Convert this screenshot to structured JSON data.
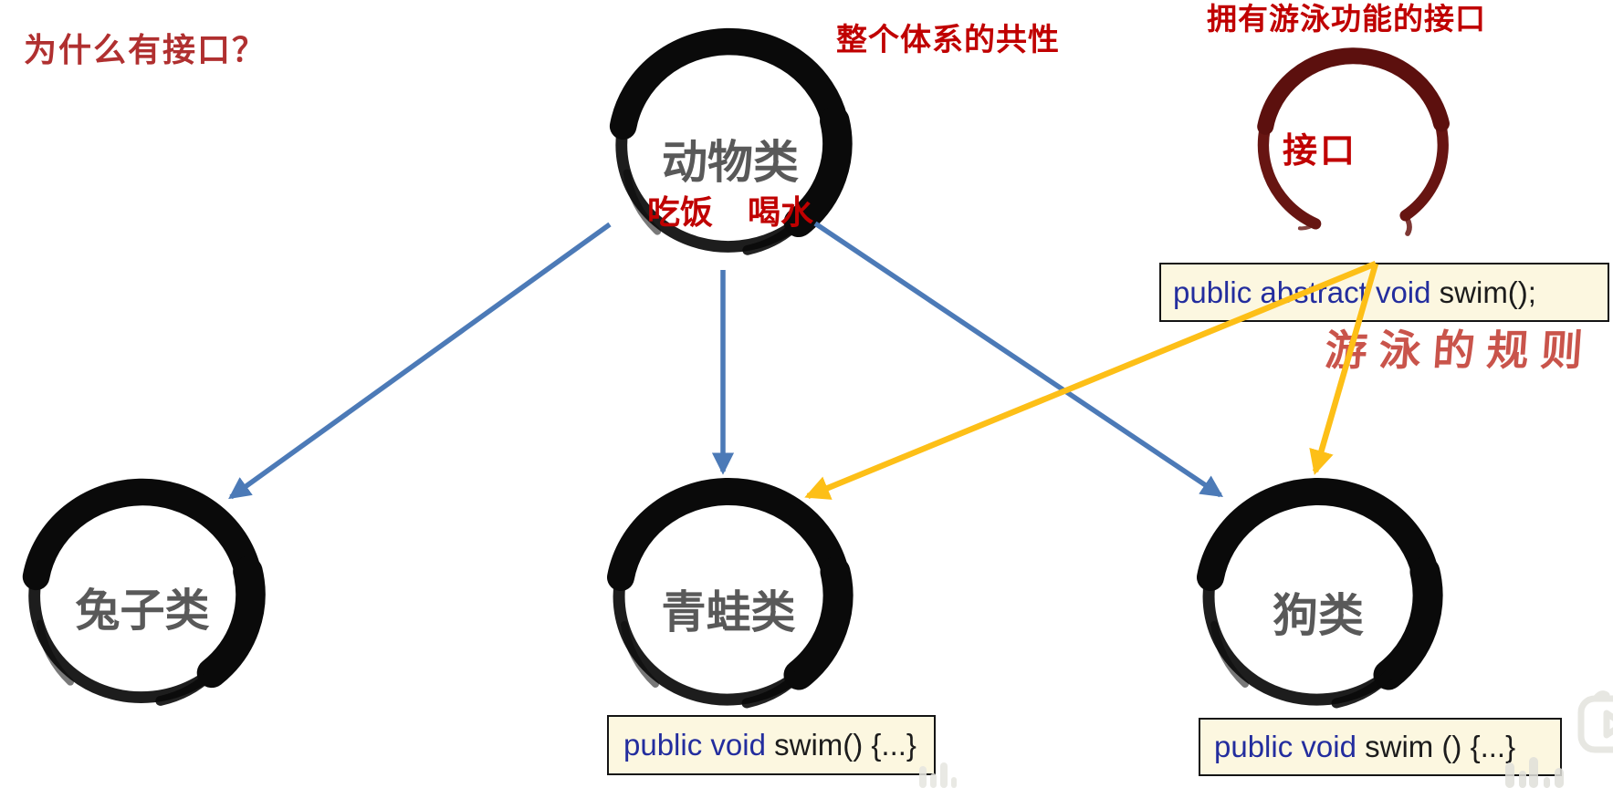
{
  "slide": {
    "question_title": "为什么有接口？",
    "notes": {
      "commonality": "整个体系的共性",
      "interface_caption": "拥有游泳功能的接口",
      "swim_rule": "游泳的规则"
    },
    "classes": {
      "animal": {
        "label": "动物类",
        "methods": [
          "吃饭",
          "喝水"
        ]
      },
      "interface": {
        "label": "接口"
      },
      "rabbit": {
        "label": "兔子类"
      },
      "frog": {
        "label": "青蛙类"
      },
      "dog": {
        "label": "狗类"
      }
    },
    "code_boxes": {
      "interface_rule": {
        "keyword": "public abstract void",
        "body": " swim();"
      },
      "frog_impl": {
        "keyword": "public void",
        "body": " swim() {...}"
      },
      "dog_impl": {
        "keyword": "public void",
        "body": " swim () {...}"
      }
    },
    "icons": {
      "watermark": "tv-play-icon",
      "watermark_bars": "equalizer-bars-icon"
    },
    "colors": {
      "bright_red": "#C00000",
      "muted_title_red": "#B03030",
      "handwritten_note_red": "#C9544B",
      "label_gray": "#595959",
      "ink_black": "#0A0A0A",
      "interface_maroon": "#671512",
      "arrow_blue": "#4C7AB7",
      "arrow_yellow": "#FDBF17",
      "code_keyword_blue": "#232D9E",
      "code_text": "#1C1C1C",
      "code_box_bg": "#FCF7E0",
      "background": "#FFFFFF"
    }
  }
}
